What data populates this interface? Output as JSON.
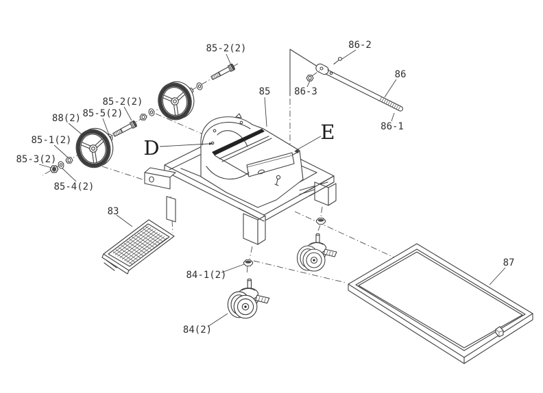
{
  "figure": {
    "kind": "exploded-parts-diagram",
    "background": "#ffffff",
    "ink": "#3f3f3f",
    "part_labels": [
      {
        "key": "axle-bolt-upper",
        "text": "85-2(2)"
      },
      {
        "key": "rod-set-screw",
        "text": "86-2"
      },
      {
        "key": "push-rod",
        "text": "86"
      },
      {
        "key": "rod-nut",
        "text": "86-3"
      },
      {
        "key": "rod-threaded-end",
        "text": "86-1"
      },
      {
        "key": "machine-body",
        "text": "85"
      },
      {
        "key": "axle-bolt-lower",
        "text": "85-2(2)"
      },
      {
        "key": "outer-washer",
        "text": "85-5(2)"
      },
      {
        "key": "wheel",
        "text": "88(2)"
      },
      {
        "key": "inner-nut",
        "text": "85-1(2)"
      },
      {
        "key": "lock-nut",
        "text": "85-3(2)"
      },
      {
        "key": "inner-washer",
        "text": "85-4(2)"
      },
      {
        "key": "chip-tray",
        "text": "83"
      },
      {
        "key": "caster-nut",
        "text": "84-1(2)"
      },
      {
        "key": "caster",
        "text": "84(2)"
      },
      {
        "key": "bottom-pan",
        "text": "87"
      }
    ],
    "view_callouts": [
      {
        "key": "detail-d",
        "text": "D"
      },
      {
        "key": "detail-e",
        "text": "E"
      }
    ]
  }
}
